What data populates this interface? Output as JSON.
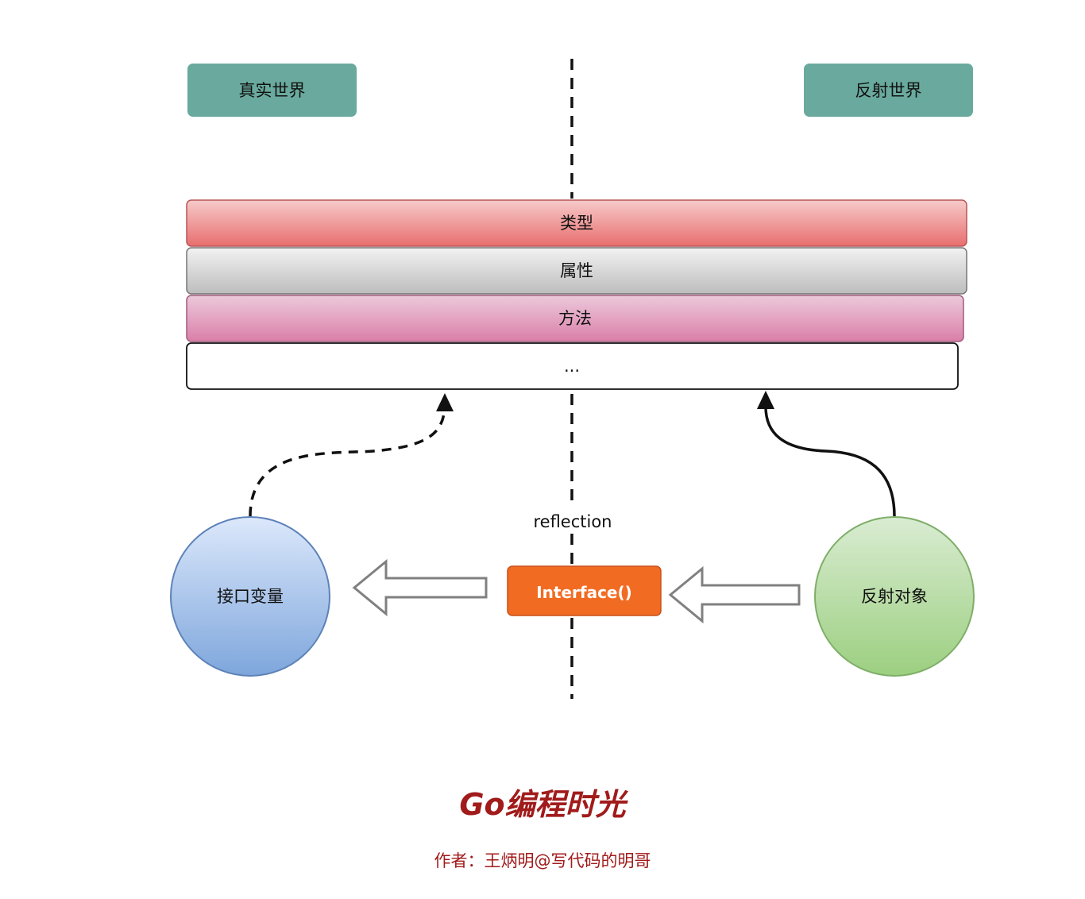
{
  "headers": {
    "left": "真实世界",
    "right": "反射世界"
  },
  "layers": [
    {
      "label": "类型",
      "top_color": "#f7caca",
      "bottom_color": "#e86e6e"
    },
    {
      "label": "属性",
      "top_color": "#f2f2f2",
      "bottom_color": "#bdbdbd"
    },
    {
      "label": "方法",
      "top_color": "#ecc9db",
      "bottom_color": "#da7fa8"
    },
    {
      "label": "...",
      "top_color": "#ffffff",
      "bottom_color": "#ffffff"
    }
  ],
  "divider_label": "reflection",
  "nodes": {
    "interface_var": "接口变量",
    "interface_func": "Interface()",
    "reflect_obj": "反射对象"
  },
  "footer": {
    "title": "Go编程时光",
    "author": "作者：王炳明@写代码的明哥"
  },
  "colors": {
    "header_bg": "#6aaa9e",
    "button_bg": "#f26b22",
    "title_color": "#a11b1b"
  }
}
